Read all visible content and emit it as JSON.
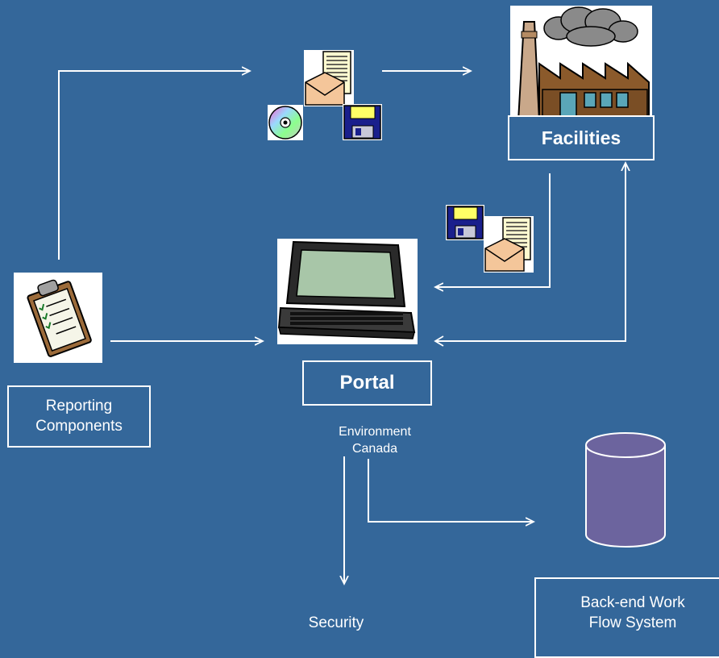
{
  "colors": {
    "background": "#34679A",
    "line": "#ffffff",
    "database": "#6C649E"
  },
  "labels": {
    "facilities": "Facilities",
    "portal": "Portal",
    "reporting": "Reporting Components",
    "environment_canada": "Environment Canada",
    "security": "Security",
    "backend": "Back-end Work Flow System"
  },
  "icons": [
    "factory-icon",
    "clipboard-icon",
    "laptop-icon",
    "envelope-document-icon",
    "floppy-disk-icon",
    "cd-icon",
    "database-cylinder-icon"
  ]
}
